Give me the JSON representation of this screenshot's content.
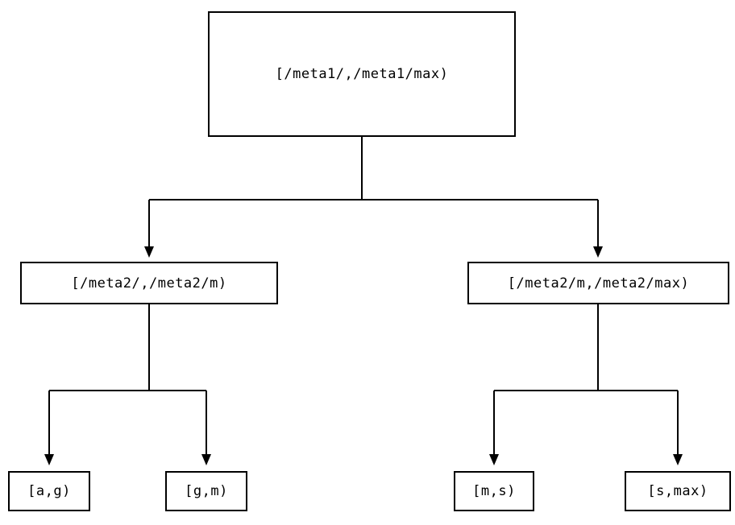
{
  "diagram": {
    "type": "tree",
    "root": {
      "label": "[/meta1/,/meta1/max)"
    },
    "level2": [
      {
        "label": "[/meta2/,/meta2/m)"
      },
      {
        "label": "[/meta2/m,/meta2/max)"
      }
    ],
    "leaves": [
      {
        "label": "[a,g)"
      },
      {
        "label": "[g,m)"
      },
      {
        "label": "[m,s)"
      },
      {
        "label": "[s,max)"
      }
    ],
    "colors": {
      "line": "#000000",
      "background": "#ffffff",
      "text": "#000000"
    }
  }
}
